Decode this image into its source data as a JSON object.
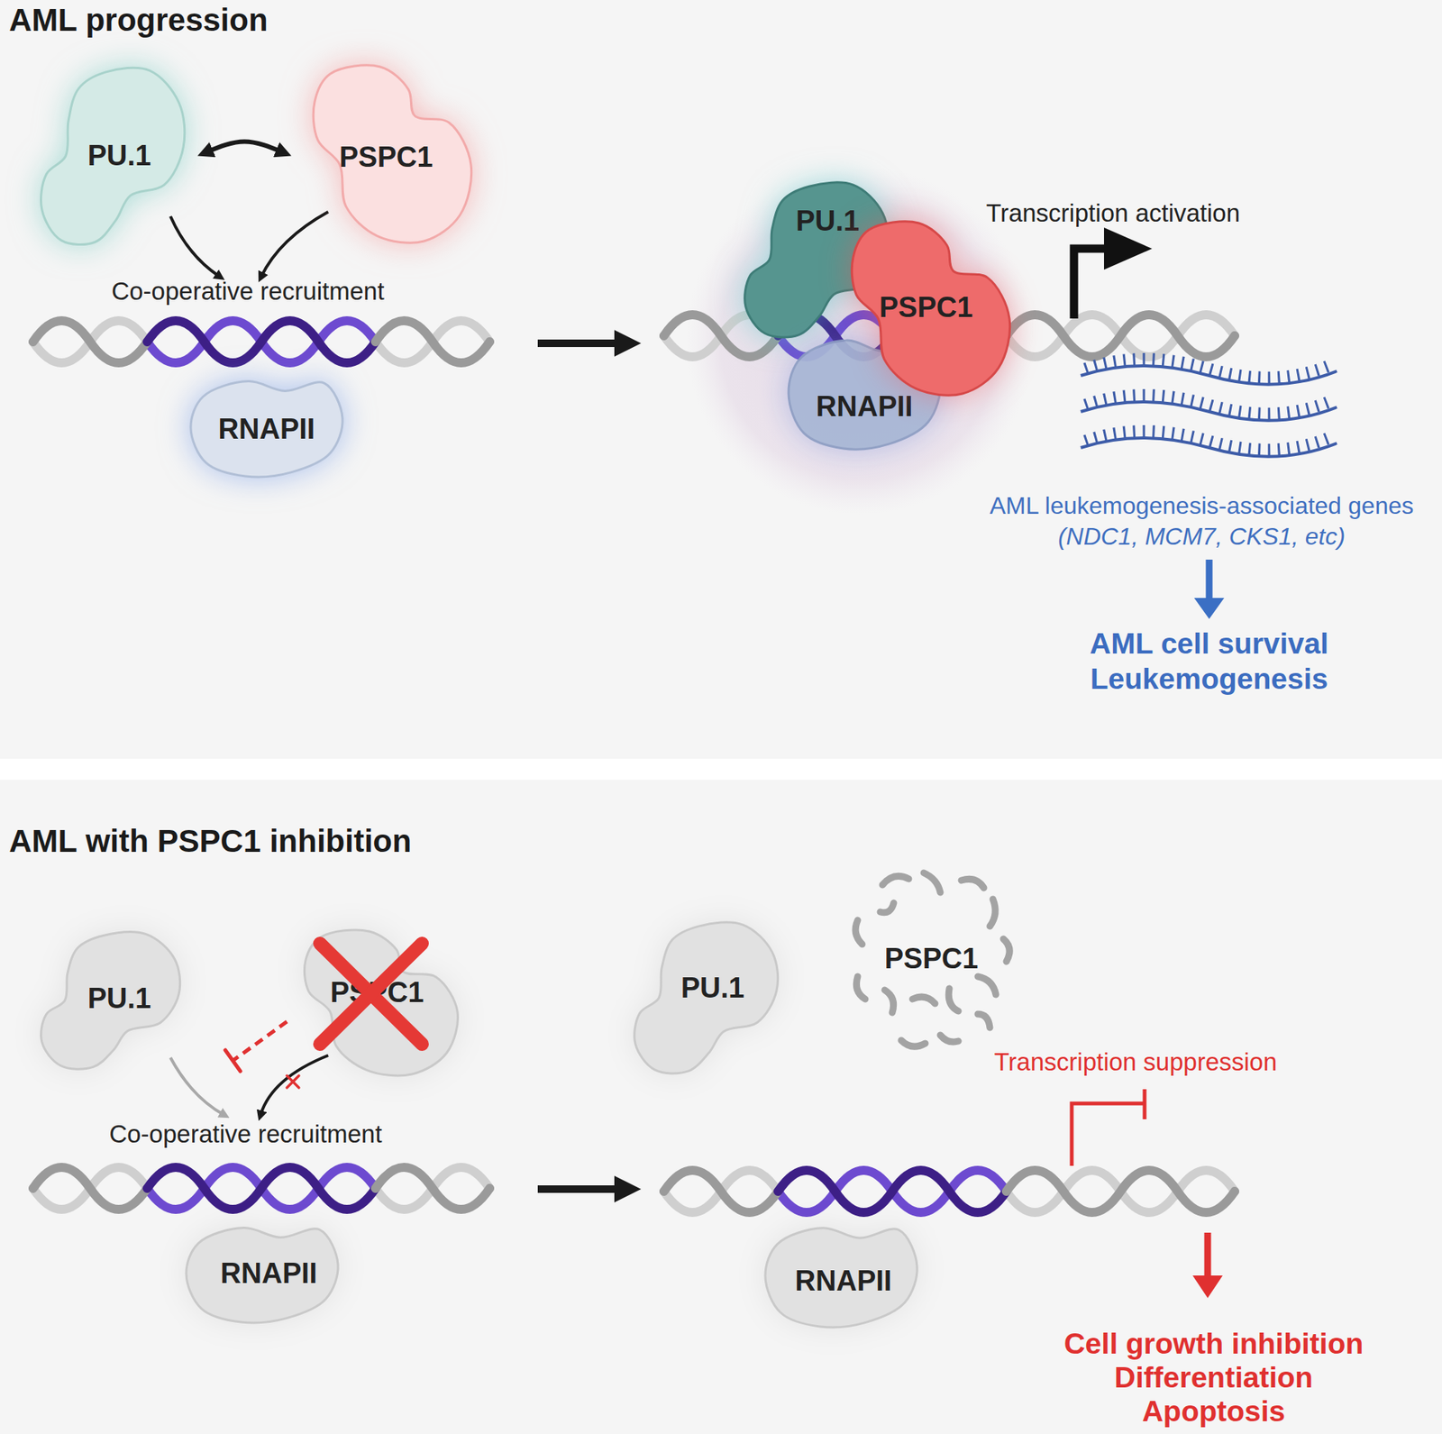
{
  "diagram": {
    "nodes": [
      {
        "text": [
          "AML progression"
        ]
      },
      {
        "text": [
          "PU.1"
        ],
        "in": 0
      },
      {
        "text": [
          "PSPC1"
        ],
        "in": 0
      },
      {
        "text": [
          "RNAPII"
        ],
        "in": 0
      },
      {
        "text": [
          "PU.1"
        ],
        "in": 0
      },
      {
        "text": [
          "PSPC1"
        ],
        "in": 0
      },
      {
        "text": [
          "RNAPII"
        ],
        "in": 0
      },
      {
        "text": [
          "AML with PSPC1 inhibition"
        ]
      },
      {
        "text": [
          "PU.1"
        ],
        "in": 7
      },
      {
        "text": [
          "PSPC1"
        ],
        "in": 7
      },
      {
        "text": [
          "RNAPII"
        ],
        "in": 7
      },
      {
        "text": [
          "PU.1"
        ],
        "in": 7
      },
      {
        "text": [
          "PSPC1"
        ],
        "in": 7
      },
      {
        "text": [
          "RNAPII"
        ],
        "in": 7
      }
    ],
    "edges": [
      {
        "from": 1,
        "to": 2,
        "arrow": "both"
      }
    ],
    "labels": [
      "Co-operative recruitment",
      "Transcription activation",
      "AML leukemogenesis-associated genes",
      "(NDC1, MCM7, CKS1, etc)",
      "AML cell survival Leukemogenesis",
      "Co-operative recruitment",
      "Transcription suppression",
      "Cell growth inhibition Differentiation Apoptosis"
    ]
  }
}
